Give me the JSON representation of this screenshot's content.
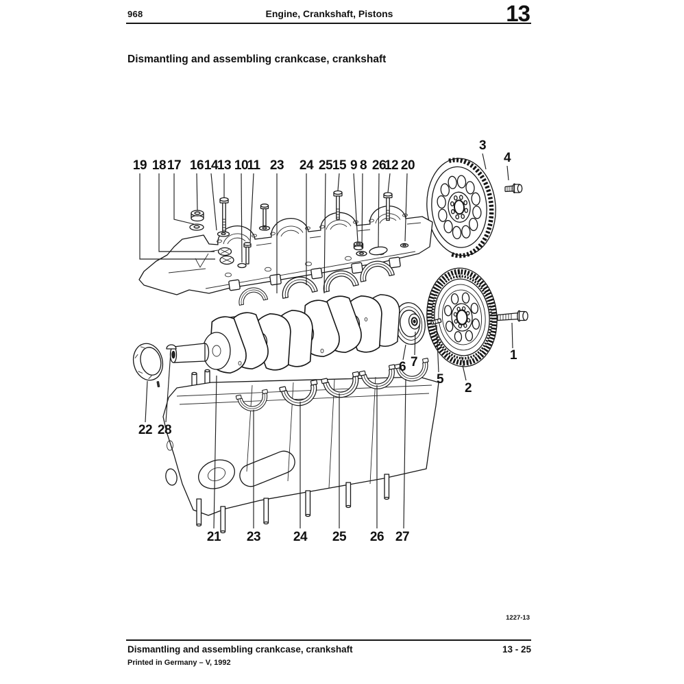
{
  "page": {
    "header": {
      "model_code": "968",
      "section": "Engine, Crankshaft, Pistons",
      "chapter": "13"
    },
    "title": "Dismantling and assembling crankcase, crankshaft",
    "figure_ref": "1227-13",
    "footer": {
      "title": "Dismantling and assembling crankcase, crankshaft",
      "page": "13 - 25",
      "imprint": "Printed in Germany – V, 1992"
    }
  },
  "diagram": {
    "type": "exploded-parts-diagram",
    "callouts": [
      {
        "label": "19"
      },
      {
        "label": "18"
      },
      {
        "label": "17"
      },
      {
        "label": "16"
      },
      {
        "label": "14"
      },
      {
        "label": "13"
      },
      {
        "label": "10"
      },
      {
        "label": "11"
      },
      {
        "label": "23"
      },
      {
        "label": "24"
      },
      {
        "label": "25"
      },
      {
        "label": "15"
      },
      {
        "label": "9"
      },
      {
        "label": "8"
      },
      {
        "label": "26"
      },
      {
        "label": "12"
      },
      {
        "label": "20"
      },
      {
        "label": "3"
      },
      {
        "label": "4"
      },
      {
        "label": "1"
      },
      {
        "label": "2"
      },
      {
        "label": "5"
      },
      {
        "label": "6"
      },
      {
        "label": "7"
      },
      {
        "label": "22"
      },
      {
        "label": "28"
      },
      {
        "label": "21"
      },
      {
        "label": "23"
      },
      {
        "label": "24"
      },
      {
        "label": "25"
      },
      {
        "label": "26"
      },
      {
        "label": "27"
      }
    ]
  }
}
